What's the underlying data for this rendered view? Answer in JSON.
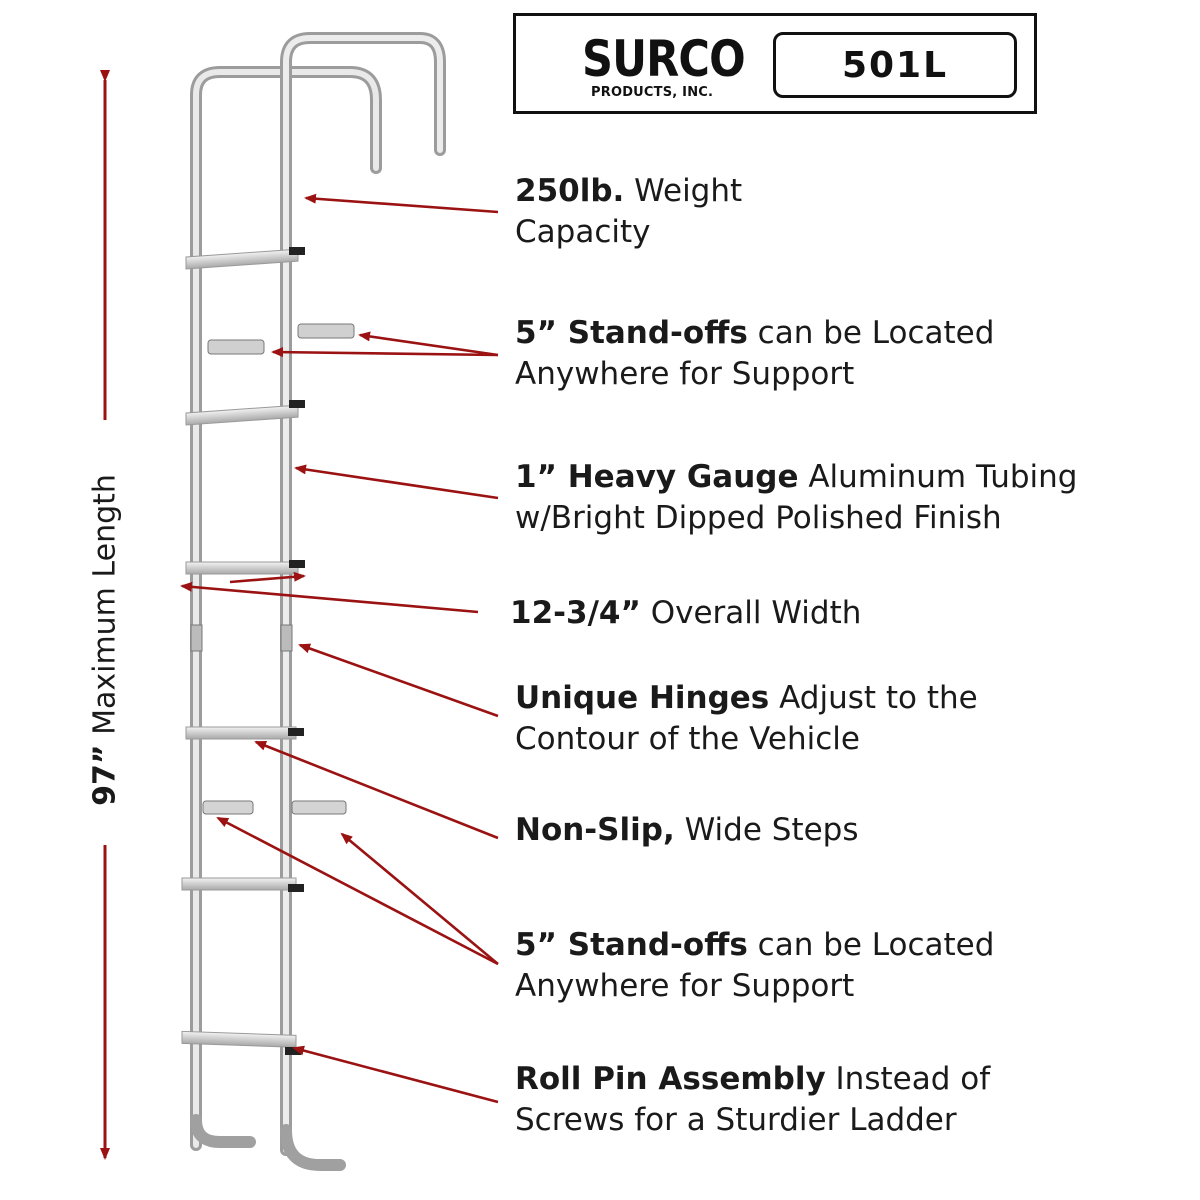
{
  "brand": {
    "name": "SURCO",
    "subtitle": "PRODUCTS, INC.",
    "model": "501L"
  },
  "dimension": {
    "bold": "97”",
    "text": " Maximum Length"
  },
  "callouts": [
    {
      "id": "weight",
      "lines": [
        {
          "bold": "250lb.",
          "rest": " Weight"
        },
        {
          "bold": "",
          "rest": "Capacity"
        }
      ]
    },
    {
      "id": "standoffs-top",
      "lines": [
        {
          "bold": "5” Stand-offs",
          "rest": " can be Located"
        },
        {
          "bold": "",
          "rest": "Anywhere for Support"
        }
      ]
    },
    {
      "id": "tubing",
      "lines": [
        {
          "bold": "1” Heavy Gauge",
          "rest": " Aluminum Tubing"
        },
        {
          "bold": "",
          "rest": "w/Bright Dipped Polished Finish"
        }
      ]
    },
    {
      "id": "width",
      "lines": [
        {
          "bold": "12-3/4”",
          "rest": " Overall Width"
        }
      ]
    },
    {
      "id": "hinges",
      "lines": [
        {
          "bold": "Unique Hinges",
          "rest": " Adjust to the"
        },
        {
          "bold": "",
          "rest": "Contour of the Vehicle"
        }
      ]
    },
    {
      "id": "steps",
      "lines": [
        {
          "bold": "Non-Slip,",
          "rest": " Wide Steps"
        }
      ]
    },
    {
      "id": "standoffs-bottom",
      "lines": [
        {
          "bold": "5” Stand-offs",
          "rest": " can be Located"
        },
        {
          "bold": "",
          "rest": "Anywhere for Support"
        }
      ]
    },
    {
      "id": "rollpin",
      "lines": [
        {
          "bold": "Roll Pin Assembly",
          "rest": " Instead of"
        },
        {
          "bold": "",
          "rest": "Screws for a Sturdier Ladder"
        }
      ]
    }
  ],
  "colors": {
    "arrow": "#9b1212",
    "text": "#1a1a1a",
    "rail": "#c9c9c9",
    "rung": "#d6d6d6"
  }
}
